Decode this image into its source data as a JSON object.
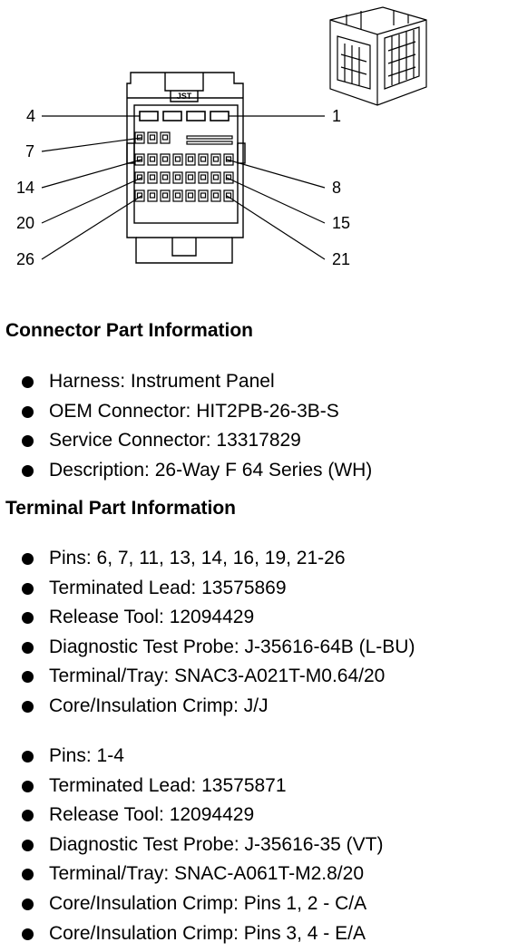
{
  "pin_labels": {
    "p1": "1",
    "p4": "4",
    "p7": "7",
    "p8": "8",
    "p14": "14",
    "p15": "15",
    "p20": "20",
    "p21": "21",
    "p26": "26"
  },
  "connector_id_text": "JST",
  "connector_section": {
    "title": "Connector Part Information",
    "items": [
      "Harness: Instrument Panel",
      "OEM Connector: HIT2PB-26-3B-S",
      "Service Connector: 13317829",
      "Description: 26-Way F 64 Series (WH)"
    ]
  },
  "terminal_section": {
    "title": "Terminal Part Information",
    "groups": [
      {
        "items": [
          "Pins: 6, 7, 11, 13, 14, 16, 19, 21-26",
          "Terminated Lead: 13575869",
          "Release Tool: 12094429",
          "Diagnostic Test Probe: J-35616-64B (L-BU)",
          "Terminal/Tray: SNAC3-A021T-M0.64/20",
          "Core/Insulation Crimp: J/J"
        ]
      },
      {
        "items": [
          "Pins: 1-4",
          "Terminated Lead: 13575871",
          "Release Tool: 12094429",
          "Diagnostic Test Probe: J-35616-35 (VT)",
          "Terminal/Tray: SNAC-A061T-M2.8/20",
          "Core/Insulation Crimp: Pins 1, 2 - C/A",
          "Core/Insulation Crimp: Pins 3, 4 - E/A"
        ]
      }
    ]
  }
}
